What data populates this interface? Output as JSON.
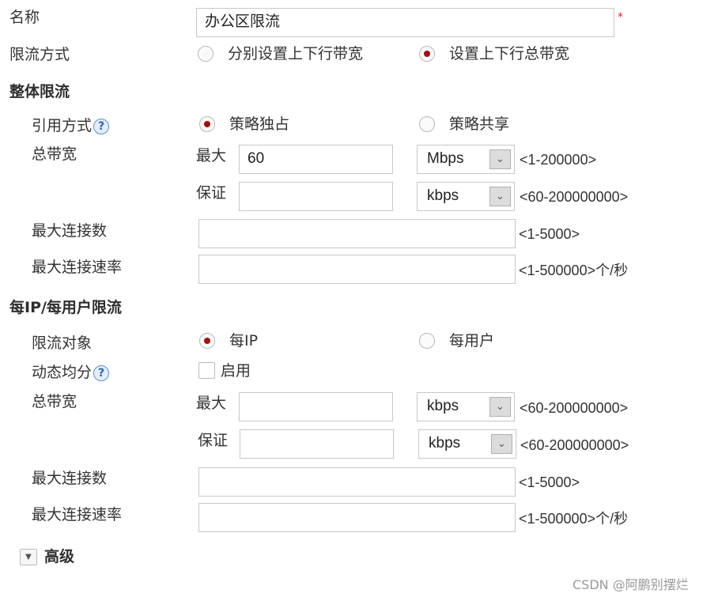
{
  "name": {
    "label": "名称",
    "value": "办公区限流",
    "required_mark": "*"
  },
  "mode": {
    "label": "限流方式",
    "options": [
      "分别设置上下行带宽",
      "设置上下行总带宽"
    ],
    "selected": 1
  },
  "overall": {
    "title": "整体限流",
    "ref": {
      "label": "引用方式",
      "options": [
        "策略独占",
        "策略共享"
      ],
      "selected": 0
    },
    "bandwidth": {
      "label": "总带宽",
      "max_label": "最大",
      "max_value": "60",
      "max_unit": "Mbps",
      "max_hint": "<1-200000>",
      "guar_label": "保证",
      "guar_value": "",
      "guar_unit": "kbps",
      "guar_hint": "<60-200000000>"
    },
    "max_conn": {
      "label": "最大连接数",
      "value": "",
      "hint": "<1-5000>"
    },
    "max_rate": {
      "label": "最大连接速率",
      "value": "",
      "hint": "<1-500000>个/秒"
    }
  },
  "per": {
    "title": "每IP/每用户限流",
    "target": {
      "label": "限流对象",
      "options": [
        "每IP",
        "每用户"
      ],
      "selected": 0
    },
    "dynamic": {
      "label": "动态均分",
      "checkbox_label": "启用",
      "checked": false
    },
    "bandwidth": {
      "label": "总带宽",
      "max_label": "最大",
      "max_value": "",
      "max_unit": "kbps",
      "max_hint": "<60-200000000>",
      "guar_label": "保证",
      "guar_value": "",
      "guar_unit": "kbps",
      "guar_hint": "<60-200000000>"
    },
    "max_conn": {
      "label": "最大连接数",
      "value": "",
      "hint": "<1-5000>"
    },
    "max_rate": {
      "label": "最大连接速率",
      "value": "",
      "hint": "<1-500000>个/秒"
    }
  },
  "advanced": {
    "label": "高级"
  },
  "help_glyph": "?",
  "watermark": "CSDN @阿鹏别摆烂",
  "colors": {
    "radio_selected": "#a50f0f",
    "required": "#d9262c"
  }
}
